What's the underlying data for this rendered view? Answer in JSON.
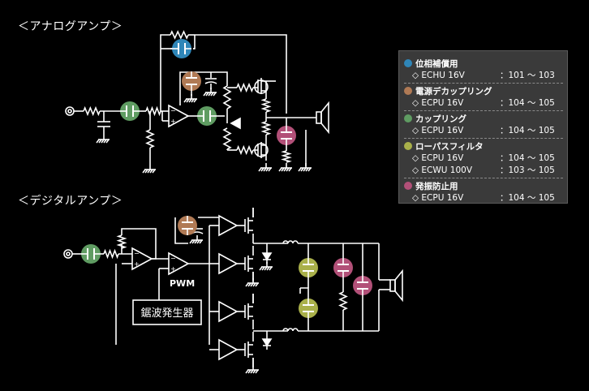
{
  "sections": {
    "analog_title": "＜アナログアンプ＞",
    "digital_title": "＜デジタルアンプ＞"
  },
  "labels": {
    "pwm": "PWM",
    "sawtooth_block": "鋸波発生器"
  },
  "legend": {
    "items": [
      {
        "title": "位相補償用",
        "color": "#2f86b8",
        "rows": [
          {
            "part": "◇ ECHU 16V",
            "value": "：101 ～ 103"
          }
        ]
      },
      {
        "title": "電源デカップリング",
        "color": "#b07a55",
        "rows": [
          {
            "part": "◇ ECPU 16V",
            "value": "：104 ～ 105"
          }
        ]
      },
      {
        "title": "カップリング",
        "color": "#5f9c62",
        "rows": [
          {
            "part": "◇ ECPU 16V",
            "value": "：104 ～ 105"
          }
        ]
      },
      {
        "title": "ローパスフィルタ",
        "color": "#a9b04a",
        "rows": [
          {
            "part": "◇ ECPU 16V",
            "value": "：104 ～ 105"
          },
          {
            "part": "◇ ECWU 100V",
            "value": "：103 ～ 105"
          }
        ]
      },
      {
        "title": "発振防止用",
        "color": "#b25078",
        "rows": [
          {
            "part": "◇ ECPU 16V",
            "value": "：104 ～ 105"
          }
        ]
      }
    ]
  },
  "colors": {
    "background": "#000000",
    "wire": "#ffffff",
    "legend_bg": "#3a3a3a"
  }
}
